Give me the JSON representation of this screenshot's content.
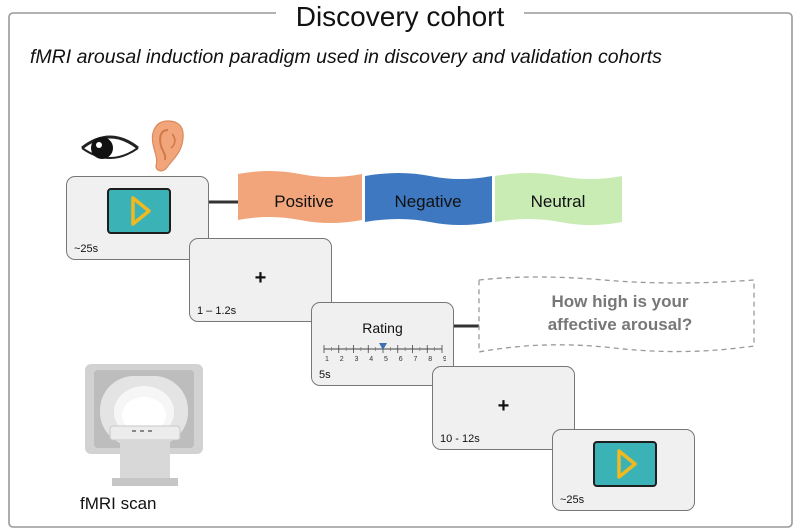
{
  "title": "Discovery cohort",
  "subtitle": "fMRI arousal induction paradigm used in discovery and validation cohorts",
  "modality_icons": [
    "eye-icon",
    "ear-icon"
  ],
  "stimulus_categories": [
    {
      "label": "Positive",
      "color": "#f2a57a"
    },
    {
      "label": "Negative",
      "color": "#3d78c1"
    },
    {
      "label": "Neutral",
      "color": "#c9ecb4"
    }
  ],
  "trial_steps": [
    {
      "name": "video",
      "duration": "~25s"
    },
    {
      "name": "fixation",
      "symbol": "+",
      "duration": "1 – 1.2s"
    },
    {
      "name": "rating",
      "label": "Rating",
      "duration": "5s",
      "scale": [
        "1",
        "2",
        "3",
        "4",
        "5",
        "6",
        "7",
        "8",
        "9"
      ],
      "marker_value": 5
    },
    {
      "name": "fixation",
      "symbol": "+",
      "duration": "10 - 12s"
    },
    {
      "name": "video",
      "duration": "~25s"
    }
  ],
  "rating_question": "How high is your affective arousal?",
  "scanner_label": "fMRI scan",
  "colors": {
    "video_screen": "#3bb3b6",
    "play_icon": "#f2b91e",
    "card_fill": "#f0f0f0",
    "card_border": "#777777",
    "arrow": "#333333",
    "scale_marker": "#3f6fb0"
  }
}
